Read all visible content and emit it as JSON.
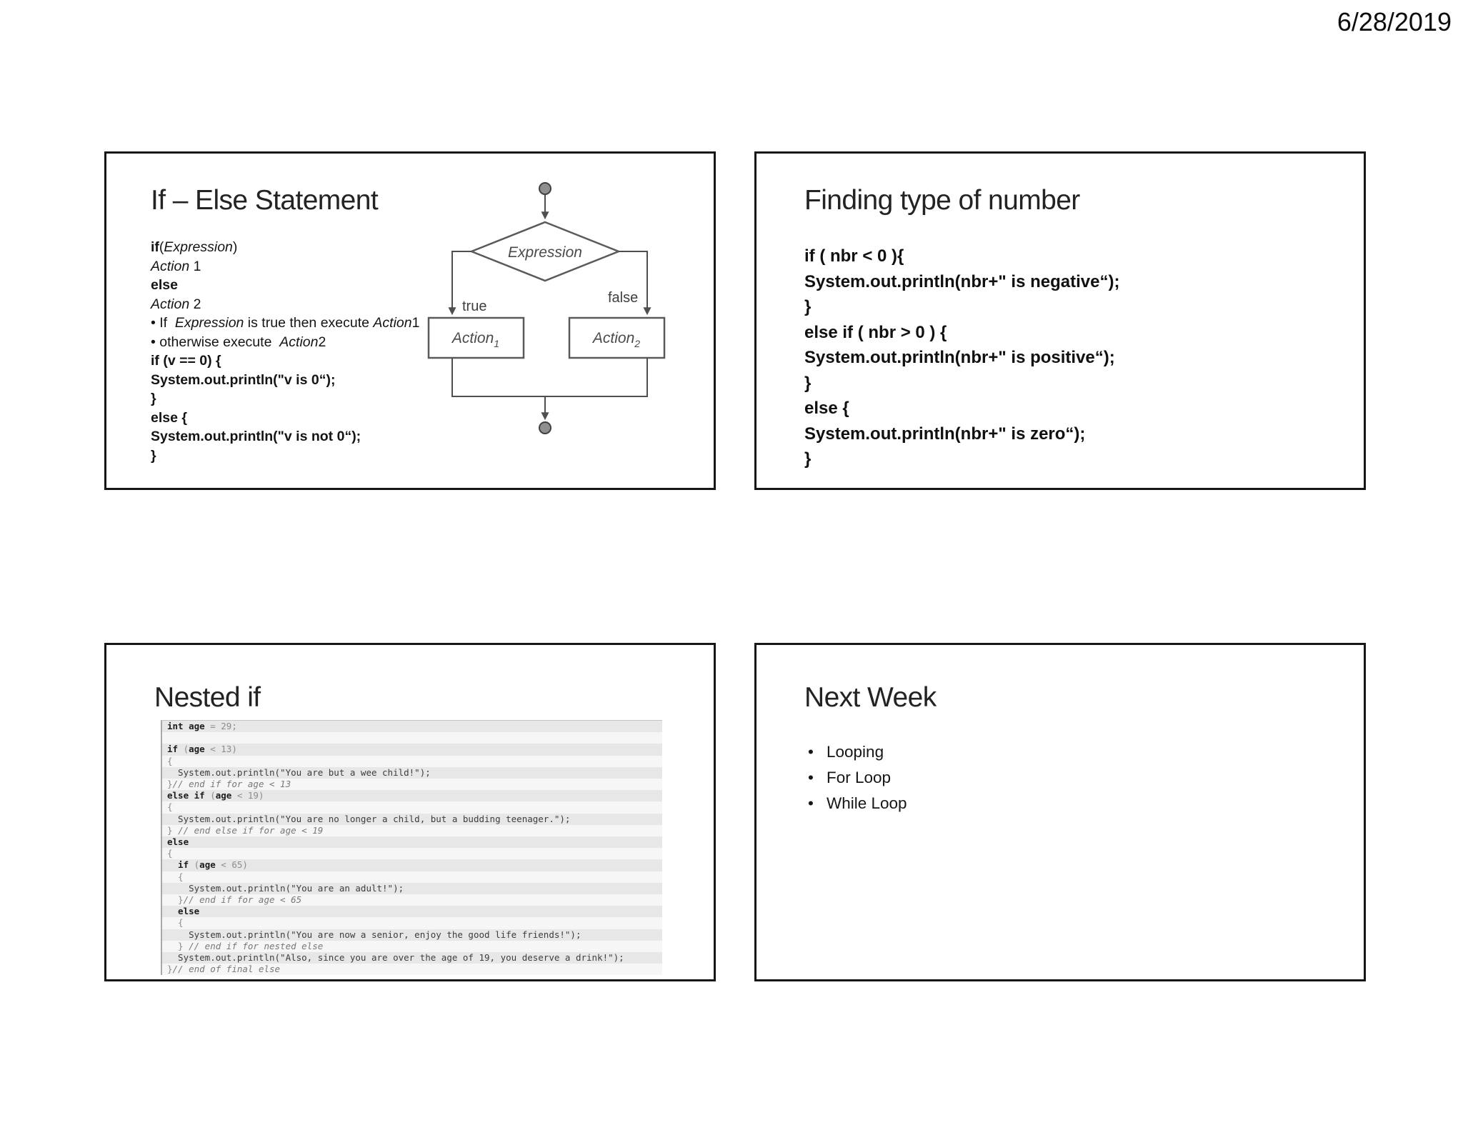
{
  "page": {
    "date": "6/28/2019"
  },
  "slides": {
    "ifelse": {
      "title": "If – Else Statement",
      "lines": [
        [
          {
            "t": "if",
            "s": "b"
          },
          {
            "t": "(",
            "s": "n"
          },
          {
            "t": "Expression",
            "s": "i"
          },
          {
            "t": ")",
            "s": "n"
          }
        ],
        [
          {
            "t": "Action",
            "s": "i"
          },
          {
            "t": " 1",
            "s": "n"
          }
        ],
        [
          {
            "t": "else",
            "s": "b"
          }
        ],
        [
          {
            "t": "Action",
            "s": "i"
          },
          {
            "t": " 2",
            "s": "n"
          }
        ],
        [
          {
            "t": "• If  ",
            "s": "n"
          },
          {
            "t": "Expression",
            "s": "i"
          },
          {
            "t": " is true then execute ",
            "s": "n"
          },
          {
            "t": "Action",
            "s": "i"
          },
          {
            "t": "1",
            "s": "n"
          }
        ],
        [
          {
            "t": "• otherwise execute  ",
            "s": "n"
          },
          {
            "t": "Action",
            "s": "i"
          },
          {
            "t": "2",
            "s": "n"
          }
        ],
        [
          {
            "t": "if (v == 0) {",
            "s": "b"
          }
        ],
        [
          {
            "t": "System.out.println(\"v is 0“);",
            "s": "b"
          }
        ],
        [
          {
            "t": "}",
            "s": "b"
          }
        ],
        [
          {
            "t": "else {",
            "s": "b"
          }
        ],
        [
          {
            "t": "System.out.println(\"v is not 0“);",
            "s": "b"
          }
        ],
        [
          {
            "t": "}",
            "s": "b"
          }
        ]
      ],
      "flow": {
        "expression": "Expression",
        "true_label": "true",
        "false_label": "false",
        "action_base": "Action",
        "action1_sub": "1",
        "action2_sub": "2"
      }
    },
    "finding": {
      "title": "Finding type of number",
      "lines": [
        "if ( nbr < 0 ){",
        "System.out.println(nbr+\" is negative“);",
        "}",
        "else if ( nbr > 0 ) {",
        "System.out.println(nbr+\" is positive“);",
        "}",
        "else {",
        "System.out.println(nbr+\" is zero“);",
        "}"
      ]
    },
    "nested": {
      "title": "Nested if",
      "code": [
        [
          {
            "t": "int age ",
            "s": "k"
          },
          {
            "t": "= 29;",
            "s": "d"
          }
        ],
        [],
        [
          {
            "t": "if ",
            "s": "k"
          },
          {
            "t": "(",
            "s": "d"
          },
          {
            "t": "age ",
            "s": "k"
          },
          {
            "t": "< 13)",
            "s": "d"
          }
        ],
        [
          {
            "t": "{",
            "s": "d"
          }
        ],
        [
          {
            "t": "  System.out.println(\"You are but a wee child!\");",
            "s": "p"
          }
        ],
        [
          {
            "t": "}",
            "s": "d"
          },
          {
            "t": "// end if for age < 13",
            "s": "c"
          }
        ],
        [
          {
            "t": "else if ",
            "s": "k"
          },
          {
            "t": "(",
            "s": "d"
          },
          {
            "t": "age ",
            "s": "k"
          },
          {
            "t": "< 19)",
            "s": "d"
          }
        ],
        [
          {
            "t": "{",
            "s": "d"
          }
        ],
        [
          {
            "t": "  System.out.println(\"You are no longer a child, but a budding teenager.\");",
            "s": "p"
          }
        ],
        [
          {
            "t": "} ",
            "s": "d"
          },
          {
            "t": "// end else if for age < 19",
            "s": "c"
          }
        ],
        [
          {
            "t": "else",
            "s": "k"
          }
        ],
        [
          {
            "t": "{",
            "s": "d"
          }
        ],
        [
          {
            "t": "  if ",
            "s": "k"
          },
          {
            "t": "(",
            "s": "d"
          },
          {
            "t": "age ",
            "s": "k"
          },
          {
            "t": "< 65)",
            "s": "d"
          }
        ],
        [
          {
            "t": "  {",
            "s": "d"
          }
        ],
        [
          {
            "t": "    System.out.println(\"You are an adult!\");",
            "s": "p"
          }
        ],
        [
          {
            "t": "  }",
            "s": "d"
          },
          {
            "t": "// end if for age < 65",
            "s": "c"
          }
        ],
        [
          {
            "t": "  else",
            "s": "k"
          }
        ],
        [
          {
            "t": "  {",
            "s": "d"
          }
        ],
        [
          {
            "t": "    System.out.println(\"You are now a senior, enjoy the good life friends!\");",
            "s": "p"
          }
        ],
        [
          {
            "t": "  } ",
            "s": "d"
          },
          {
            "t": "// end if for nested else",
            "s": "c"
          }
        ],
        [
          {
            "t": "  System.out.println(\"Also, since you are over the age of 19, you deserve a drink!\");",
            "s": "p"
          }
        ],
        [
          {
            "t": "}",
            "s": "d"
          },
          {
            "t": "// end of final else",
            "s": "c"
          }
        ]
      ]
    },
    "nextweek": {
      "title": "Next Week",
      "bullet_char": "•",
      "bullets": [
        "Looping",
        "For Loop",
        "While Loop"
      ]
    }
  }
}
